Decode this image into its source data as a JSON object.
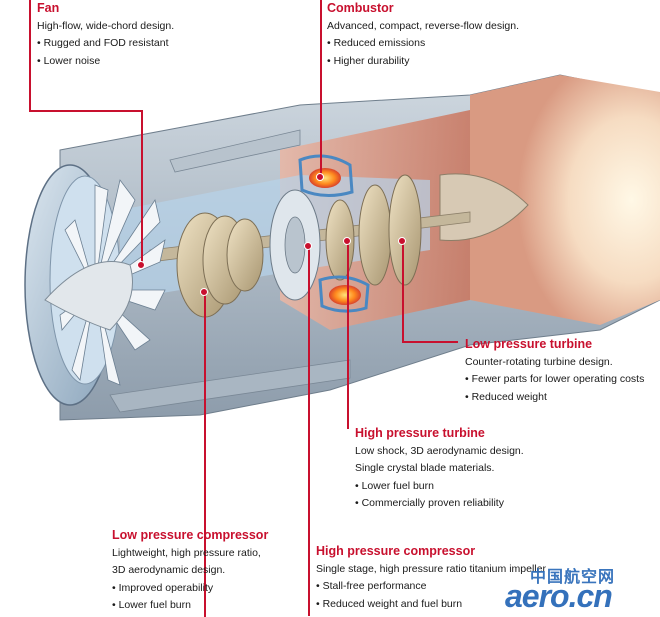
{
  "colors": {
    "accent": "#c8102e",
    "text": "#1a1a1a",
    "watermark": "#2a6ab8"
  },
  "callouts": {
    "fan": {
      "title": "Fan",
      "lines": [
        "High-flow, wide-chord design.",
        "Rugged and FOD resistant",
        "Lower noise"
      ]
    },
    "combustor": {
      "title": "Combustor",
      "lines": [
        "Advanced, compact, reverse-flow design.",
        "Reduced emissions",
        "Higher durability"
      ]
    },
    "low_pressure_turbine": {
      "title": "Low pressure turbine",
      "lines": [
        "Counter-rotating turbine design.",
        "Fewer parts for lower operating costs",
        "Reduced weight"
      ]
    },
    "high_pressure_turbine": {
      "title": "High pressure turbine",
      "lines": [
        "Low shock, 3D aerodynamic design.",
        "Single crystal blade materials.",
        "Lower fuel burn",
        "Commercially proven reliability"
      ]
    },
    "low_pressure_compressor": {
      "title": "Low pressure compressor",
      "lines": [
        "Lightweight, high pressure ratio,",
        "3D aerodynamic design.",
        "Improved operability",
        "Lower fuel burn"
      ]
    },
    "high_pressure_compressor": {
      "title": "High pressure compressor",
      "lines": [
        "Single stage, high pressure ratio titanium impeller",
        "Stall-free performance",
        "Reduced weight and fuel burn"
      ]
    }
  },
  "watermark": {
    "chinese": "中国航空网",
    "latin": "aero.cn"
  }
}
